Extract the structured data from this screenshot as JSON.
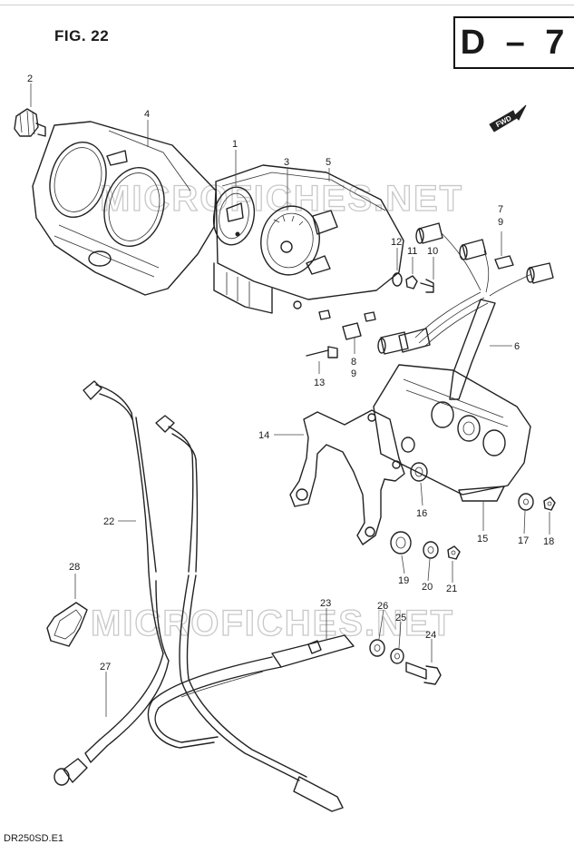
{
  "figure_label": "FIG. 22",
  "page_code": "D – 7",
  "footer_code": "DR250SD.E1",
  "watermark": "MICROFICHES.NET",
  "fwd_label": "FWD",
  "callouts": [
    {
      "label": "1"
    },
    {
      "label": "2"
    },
    {
      "label": "3"
    },
    {
      "label": "4"
    },
    {
      "label": "5"
    },
    {
      "label": "6"
    },
    {
      "label": "7"
    },
    {
      "label": "9"
    },
    {
      "label": "8"
    },
    {
      "label": "9"
    },
    {
      "label": "10"
    },
    {
      "label": "11"
    },
    {
      "label": "12"
    },
    {
      "label": "13"
    },
    {
      "label": "14"
    },
    {
      "label": "15"
    },
    {
      "label": "16"
    },
    {
      "label": "17"
    },
    {
      "label": "18"
    },
    {
      "label": "19"
    },
    {
      "label": "20"
    },
    {
      "label": "21"
    },
    {
      "label": "22"
    },
    {
      "label": "23"
    },
    {
      "label": "24"
    },
    {
      "label": "25"
    },
    {
      "label": "26"
    },
    {
      "label": "27"
    },
    {
      "label": "28"
    }
  ]
}
